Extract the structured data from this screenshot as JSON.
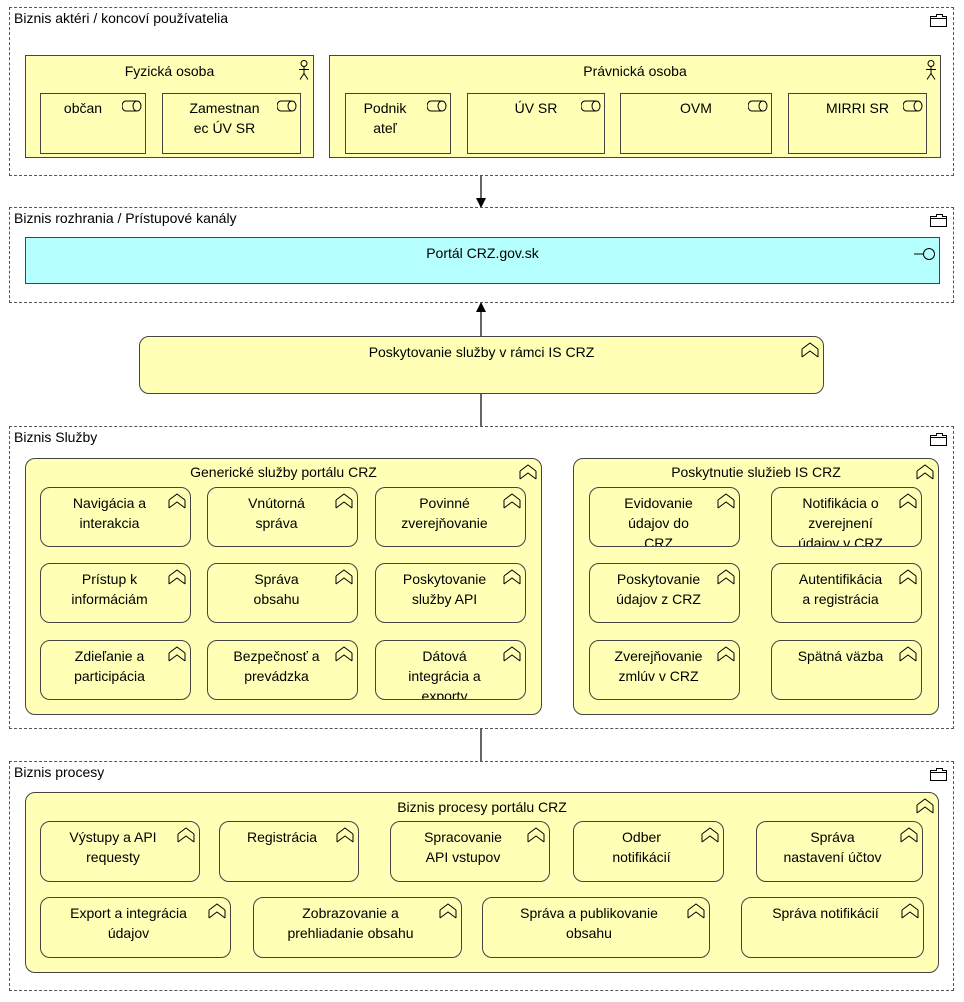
{
  "groups": {
    "actors": "Biznis aktéri / koncoví používatelia",
    "interfaces": "Biznis rozhrania / Prístupové kanály",
    "services": "Biznis Služby",
    "processes": "Biznis procesy"
  },
  "actors": {
    "physical": {
      "title": "Fyzická osoba",
      "roles": [
        "občan",
        "Zamestnan\nec ÚV SR"
      ]
    },
    "legal": {
      "title": "Právnická osoba",
      "roles": [
        "Podnik\nateľ",
        "ÚV SR",
        "OVM",
        "MIRRI SR"
      ]
    }
  },
  "interface": {
    "portal": "Portál CRZ.gov.sk"
  },
  "service_provision": "Poskytovanie služby v rámci IS CRZ",
  "services": {
    "generic": {
      "title": "Generické služby portálu CRZ",
      "items": [
        "Navigácia a\ninterakcia",
        "Vnútorná\nspráva",
        "Povinné\nzverejňovanie",
        "Prístup k\ninformáciám",
        "Správa\nobsahu",
        "Poskytovanie\nslužby API",
        "Zdieľanie a\nparticipácia",
        "Bezpečnosť a\nprevádzka",
        "Dátová\nintegrácia a\nexporty"
      ]
    },
    "crz": {
      "title": "Poskytnutie služieb IS CRZ",
      "items": [
        "Evidovanie\núdajov do\nCRZ",
        "Notifikácia o\nzverejnení\núdajov v CRZ",
        "Poskytovanie\núdajov z CRZ",
        "Autentifikácia\na registrácia",
        "Zverejňovanie\nzmlúv v CRZ",
        "Spätná väzba"
      ]
    }
  },
  "processes": {
    "title": "Biznis procesy portálu CRZ",
    "row1": [
      "Výstupy a API\nrequesty",
      "Registrácia",
      "Spracovanie\nAPI vstupov",
      "Odber\nnotifikácií",
      "Správa\nnastavení účtov"
    ],
    "row2": [
      "Export a integrácia\núdajov",
      "Zobrazovanie a\nprehliadanie obsahu",
      "Správa a publikovanie\nobsahu",
      "Správa notifikácií"
    ]
  },
  "colors": {
    "business_fill": "#ffffb5",
    "interface_fill": "#b5ffff",
    "border": "#444444"
  },
  "icons": [
    "folder-icon",
    "actor-icon",
    "role-icon",
    "interface-icon",
    "service-icon"
  ]
}
